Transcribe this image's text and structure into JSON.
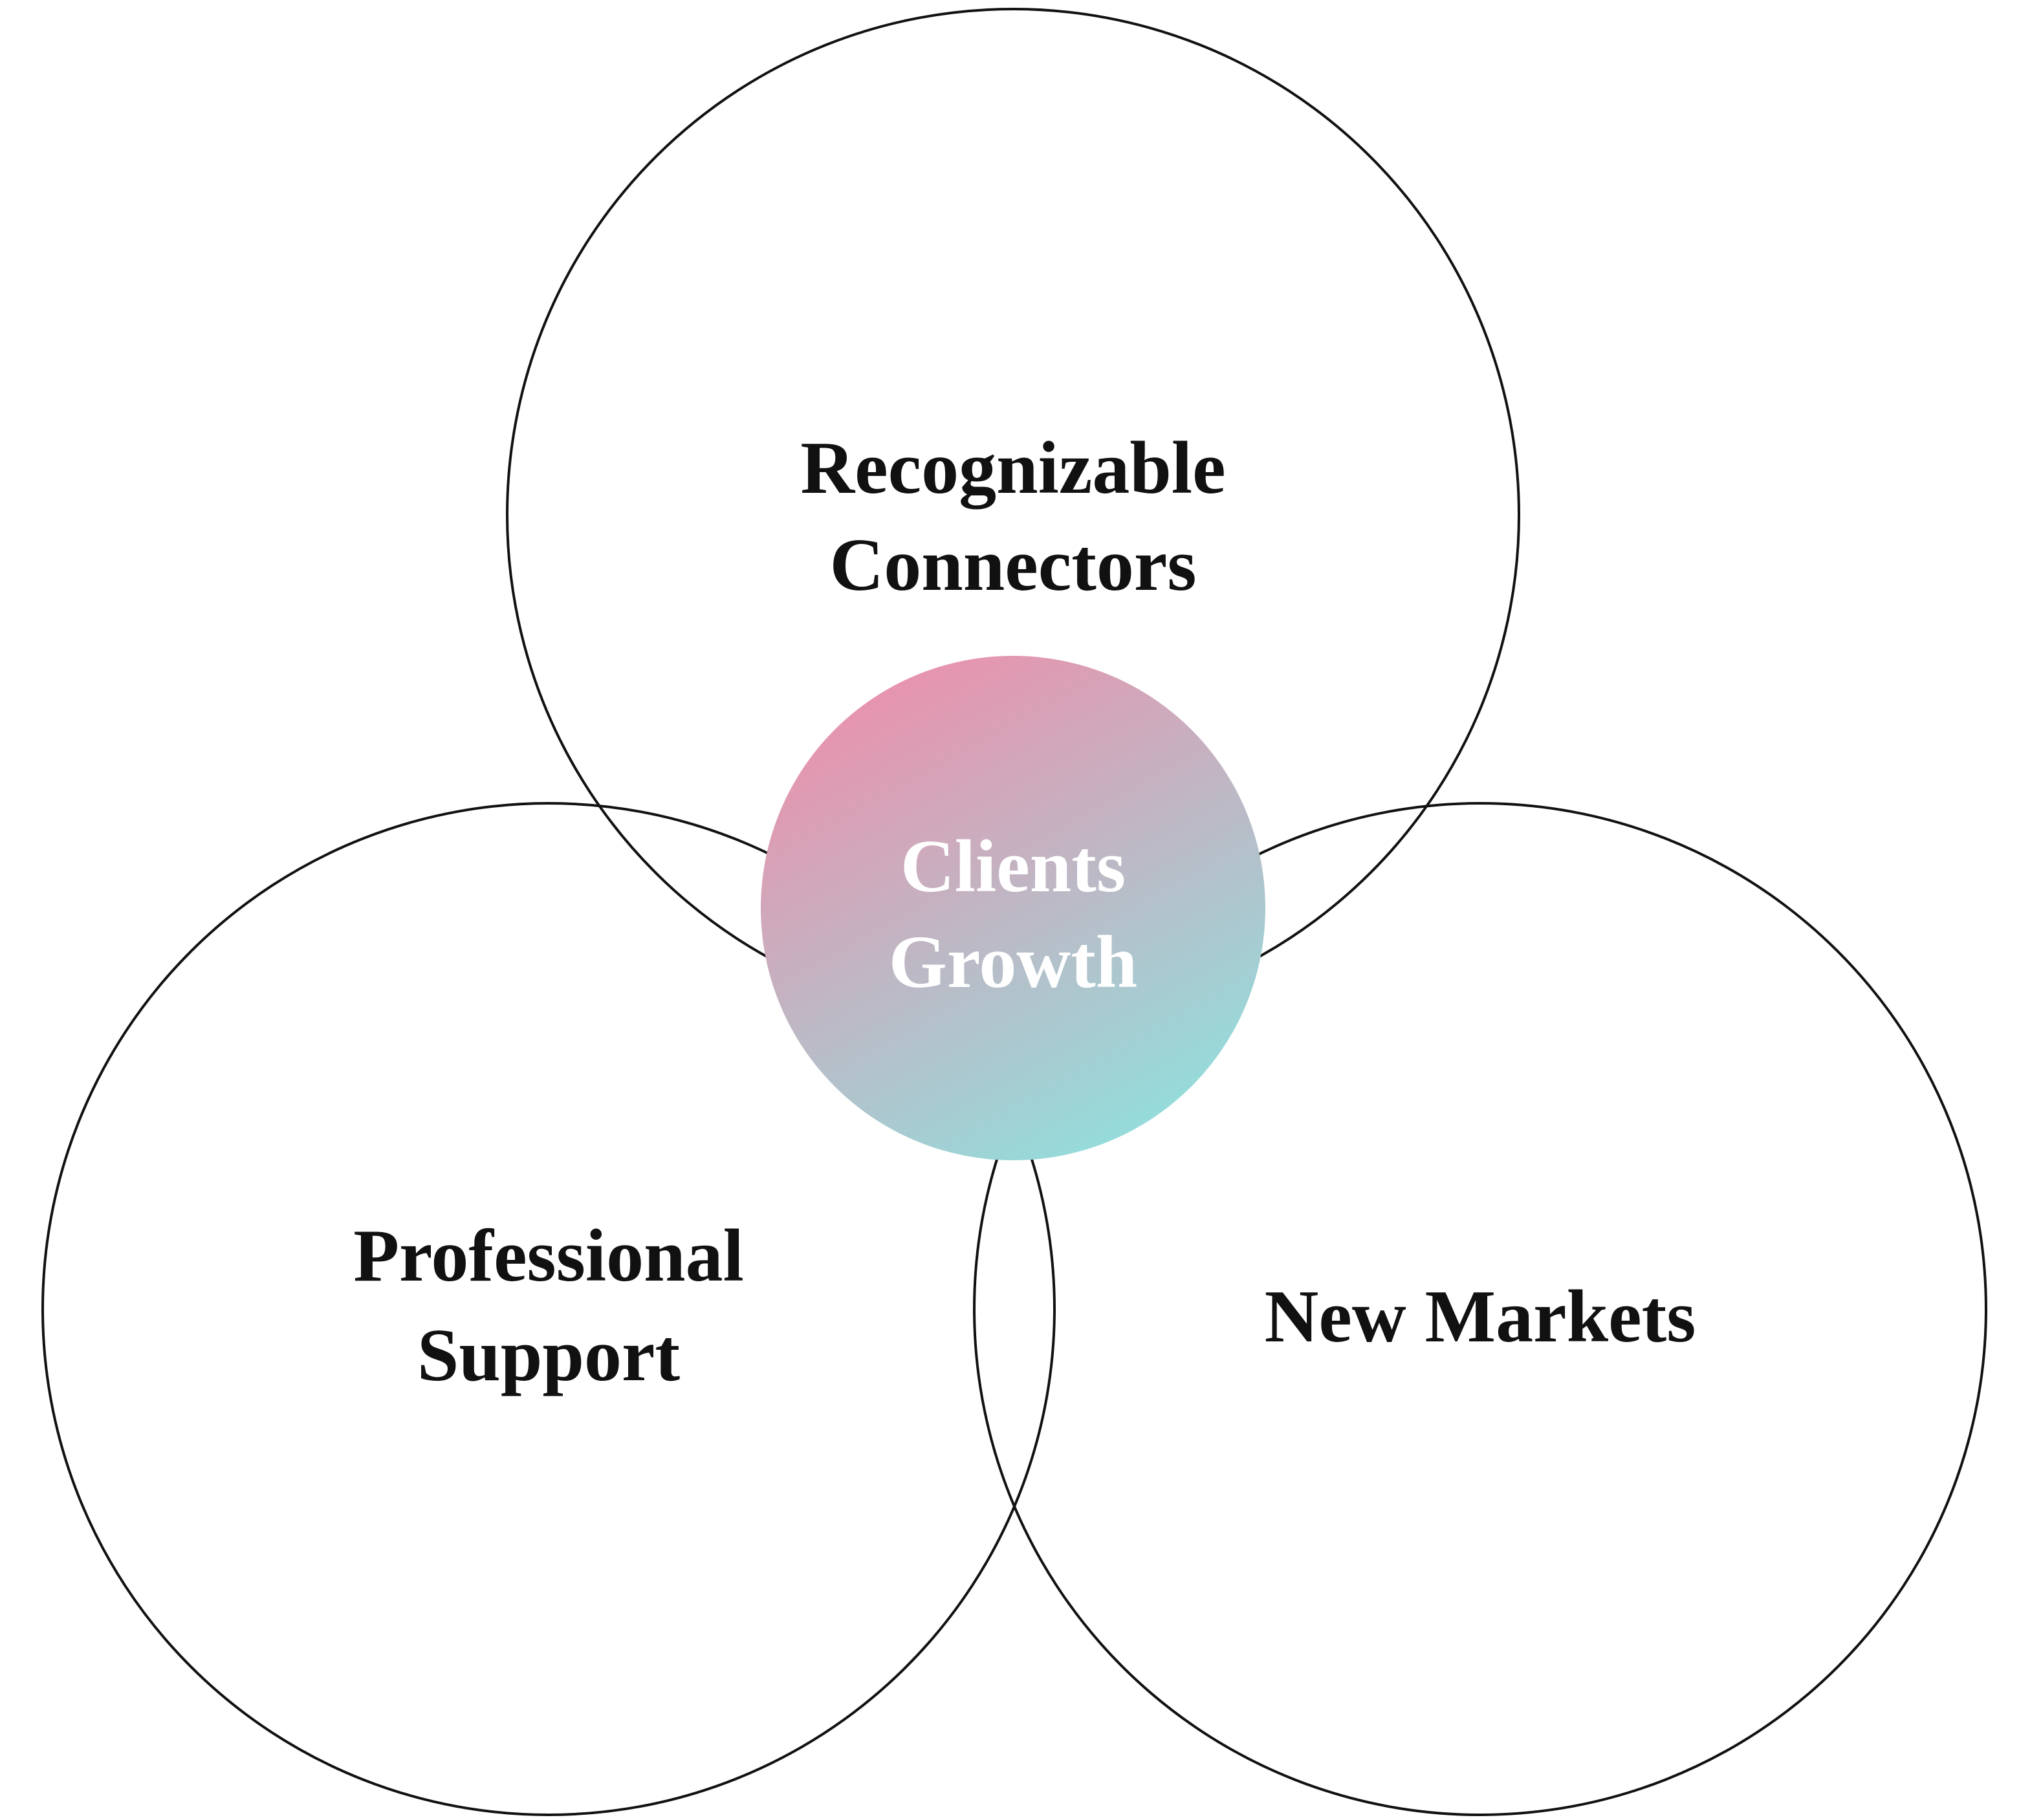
{
  "diagram": {
    "top": {
      "line1": "Recognizable",
      "line2": "Connectors"
    },
    "left": {
      "line1": "Professional",
      "line2": "Support"
    },
    "right": {
      "line1": "New Markets"
    },
    "center": {
      "line1": "Clients",
      "line2": "Growth"
    }
  },
  "colors": {
    "outline": "#111111",
    "center_gradient_start": "#E893AE",
    "center_gradient_end": "#94DCDB",
    "center_text": "#ffffff",
    "label_text": "#111111"
  }
}
